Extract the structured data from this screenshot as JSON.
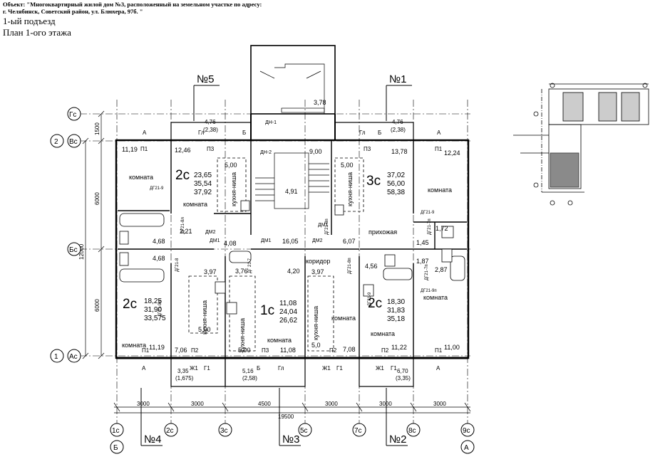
{
  "header": {
    "object_line1": "Объект: \"Многоквартирный жилой дом №3, расположенный на земельном участке по адресу:",
    "object_line2": "г. Челябинск, Советский район, ул. Блюхера, 97б. \"",
    "entrance": "1-ый подъезд",
    "plan_title": "План 1-ого этажа"
  },
  "section_marks": {
    "n5": "№5",
    "n1": "№1",
    "n4": "№4",
    "n3": "№3",
    "n2": "№2"
  },
  "grid_axes": {
    "rows": {
      "gc": "Гс",
      "vc": "Вс",
      "bc": "Бс",
      "ac": "Ас"
    },
    "row_nums": {
      "gc": "",
      "vc": "2",
      "bc": "",
      "ac": "1"
    },
    "cols": [
      "1с",
      "2с",
      "3с",
      "5с",
      "7с",
      "8с",
      "9с"
    ],
    "bottom_letters": {
      "b": "Б",
      "a": "А"
    }
  },
  "dimensions": {
    "left": [
      "1500",
      "6000",
      "12000",
      "6000"
    ],
    "bottom": [
      "3000",
      "3000",
      "4500",
      "3000",
      "3000",
      "3000"
    ],
    "total": "19500"
  },
  "apartments": {
    "a2c_top_left": {
      "type": "2с",
      "areas": [
        "23,65",
        "35,54",
        "37,92"
      ]
    },
    "a3c": {
      "type": "3с",
      "areas": [
        "37,02",
        "56,00",
        "58,38"
      ]
    },
    "a2c_bottom_left": {
      "type": "2с",
      "areas": [
        "18,25",
        "31,90",
        "33,575"
      ]
    },
    "a1c": {
      "type": "1с",
      "areas": [
        "11,08",
        "24,04",
        "26,62"
      ]
    },
    "a2c_bottom_right": {
      "type": "2с",
      "areas": [
        "18,30",
        "31,83",
        "35,18"
      ]
    }
  },
  "room_labels": {
    "komnata": "комната",
    "kuhnya": "кухня-ниша",
    "prihozhaya": "прихожая",
    "koridor": "коридор"
  },
  "room_areas": {
    "tl": "11,19",
    "tl2": "12,46",
    "tr": "12,24",
    "tr2": "13,78",
    "stair": "4,91",
    "lift": "9,00",
    "kit5": "5,00",
    "kit1": "5,00",
    "bath_l1": "4,68",
    "bath_l2": "4,68",
    "wc": "2,21",
    "hall1": "4,08",
    "cor": "16,05",
    "hall2": "6,07",
    "bath_r1": "1,72",
    "bath_r2": "1,45",
    "bath_r3": "1,87",
    "bath_r4": "2,87",
    "k4": "3,97",
    "wc4": "3,76",
    "h1": "4,20",
    "k3": "3,97",
    "h2": "4,56",
    "k4b": "5,00",
    "k1": "5,00",
    "k3b": "5,0",
    "bl": "11,19",
    "bl2": "7,06",
    "b3": "11,08",
    "b7": "7,08",
    "b8": "11,22",
    "br": "11,00",
    "top_vest": "3,78",
    "balc_tl": "4,76",
    "balc_tl2": "(2,38)",
    "balc_tr": "4,76",
    "balc_tr2": "(2,38)",
    "balc_bl": "3,35",
    "balc_bl2": "(1,675)",
    "balc_bc": "5,16",
    "balc_bc2": "(2,58)",
    "balc_br": "6,70",
    "balc_br2": "(3,35)"
  },
  "codes": {
    "A": "А",
    "B": "Б",
    "Gl": "Гл",
    "P1": "П1",
    "P2": "П2",
    "P3": "П3",
    "J1": "Ж1",
    "G1": "Г1",
    "DN1": "ДН-1",
    "DN2": "ДН-2",
    "DM1": "ДМ1",
    "DM2": "ДМ2",
    "DG9": "ДГ21-9",
    "DG8l": "ДГ21-8л",
    "DG8": "ДГ21-8",
    "DG7": "ДГ 21-7",
    "DG9l": "ДГ21-9л",
    "DG8n": "ДГ21-8п",
    "DG7n": "ДГ21-7п",
    "DG9p": "ДГ21-9п"
  }
}
